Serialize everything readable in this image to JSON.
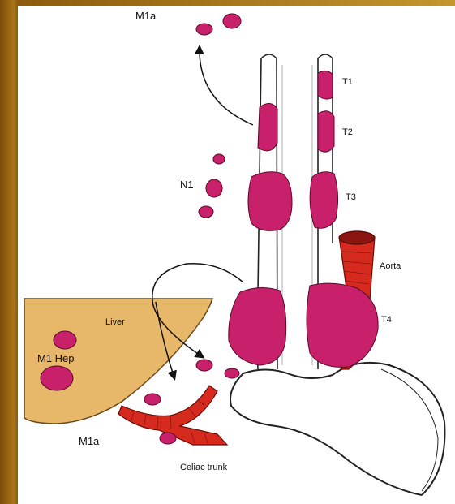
{
  "labels": {
    "m1a_top": "M1a",
    "t1": "T1",
    "t2": "T2",
    "n1": "N1",
    "t3": "T3",
    "aorta": "Aorta",
    "liver": "Liver",
    "t4": "T4",
    "m1_hep": "M1 Hep",
    "m1a_bottom": "M1a",
    "celiac_trunk": "Celiac trunk"
  },
  "colors": {
    "tumor": "#c8206a",
    "tumor_edge": "#5a0a2a",
    "liver": "#e8b86a",
    "vessel": "#d62a1e",
    "frame": "#a87418"
  }
}
